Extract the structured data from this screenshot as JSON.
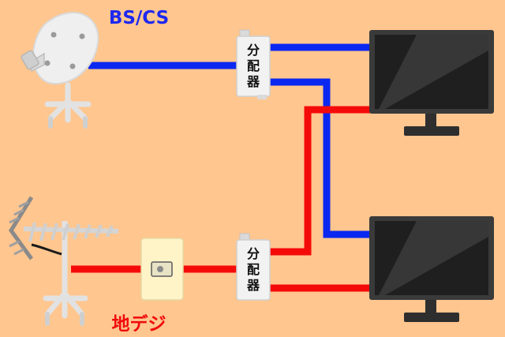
{
  "background": "#FFC68F",
  "labels": {
    "bs_cs": "BS/CS",
    "chideji": "地デジ",
    "splitter_top": [
      "分",
      "配",
      "器"
    ],
    "splitter_bottom": [
      "分",
      "配",
      "器"
    ]
  },
  "colors": {
    "bs_cable": "#0A28F0",
    "terrestrial_cable": "#F50A0A",
    "bs_label": "#1E28F0",
    "chideji_label": "#F00A0A",
    "tv_frame": "#3A3A3A",
    "tv_screen": "#1F1F1F",
    "device": "#F2F2F2",
    "wall_outlet": "#FFF4C8"
  },
  "icons": [
    "satellite-dish-icon",
    "terrestrial-antenna-icon",
    "wall-outlet-icon",
    "splitter-icon",
    "television-icon"
  ]
}
